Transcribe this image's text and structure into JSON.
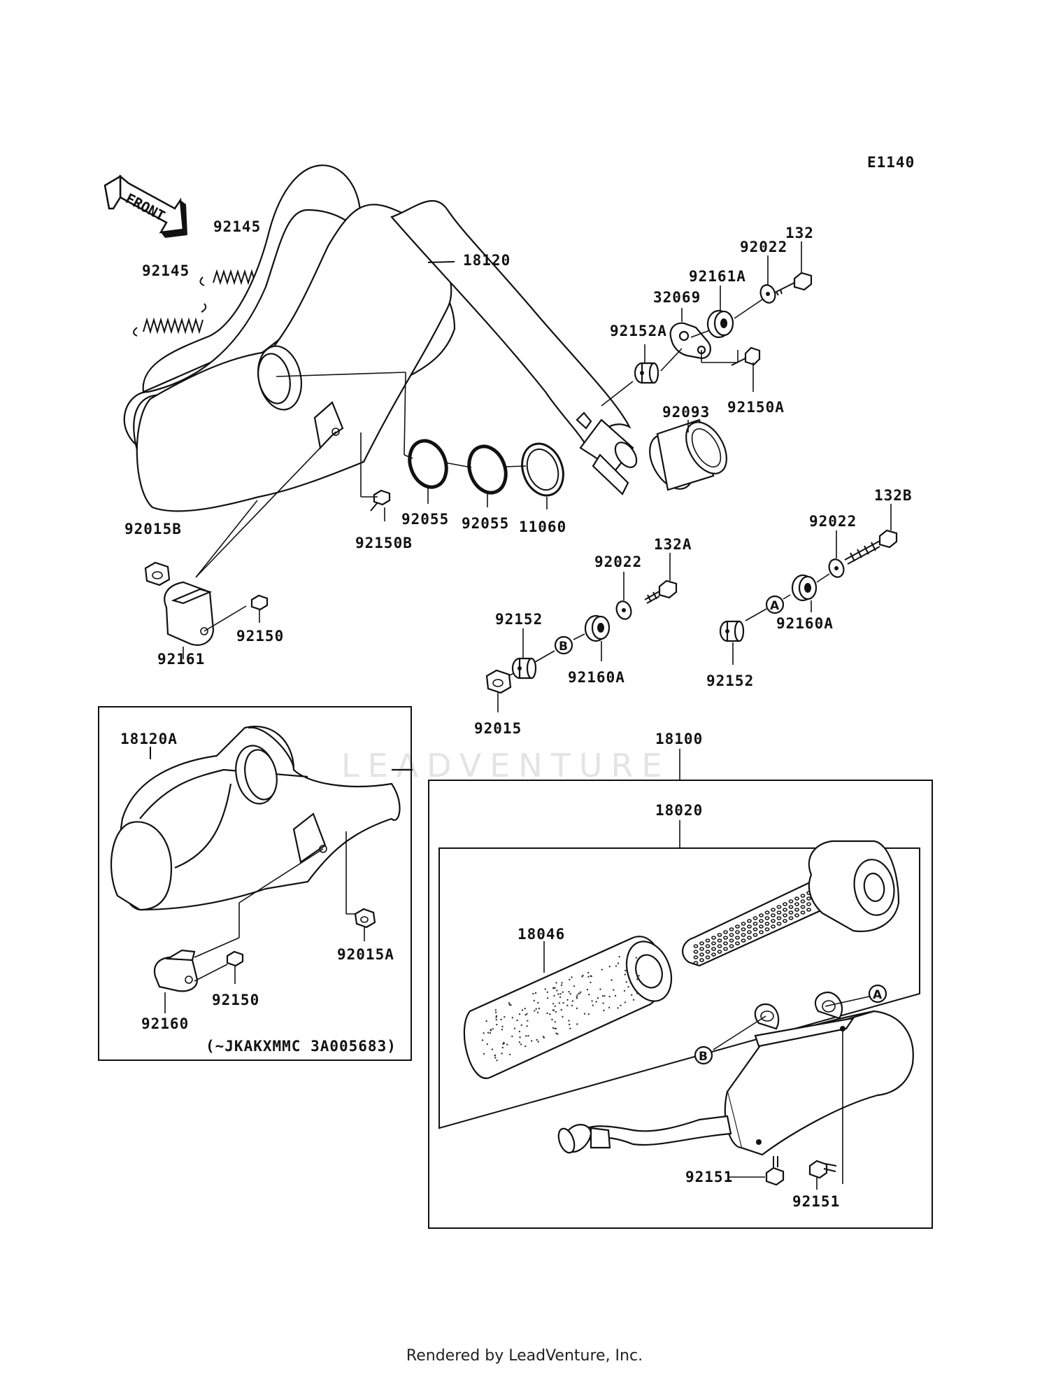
{
  "diagram_code": "E1140",
  "front_label": "FRONT",
  "watermark": "LEADVENTURE",
  "serial_note": "(~JKAKXMMC 3A005683)",
  "footer": "Rendered by LeadVenture, Inc.",
  "callouts": [
    "A",
    "B"
  ],
  "parts": {
    "p18120": "18120",
    "p92145_upper": "92145",
    "p92145_lower": "92145",
    "p132": "132",
    "p92022_top": "92022",
    "p92161A": "92161A",
    "p32069": "32069",
    "p92152A": "92152A",
    "p92150A": "92150A",
    "p92093": "92093",
    "p92055_a": "92055",
    "p92055_b": "92055",
    "p11060": "11060",
    "p92150B": "92150B",
    "p92015B": "92015B",
    "p92150_left": "92150",
    "p92161": "92161",
    "p132B": "132B",
    "p92022_right": "92022",
    "p132A": "132A",
    "p92022_mid": "92022",
    "p92152_mid": "92152",
    "p92160A_mid": "92160A",
    "p92160A_right": "92160A",
    "p92152_right": "92152",
    "p92015": "92015",
    "p18100": "18100",
    "p18020": "18020",
    "p18046": "18046",
    "p18120A": "18120A",
    "p92015A": "92015A",
    "p92150_inset": "92150",
    "p92160": "92160",
    "p92151_a": "92151",
    "p92151_b": "92151"
  }
}
